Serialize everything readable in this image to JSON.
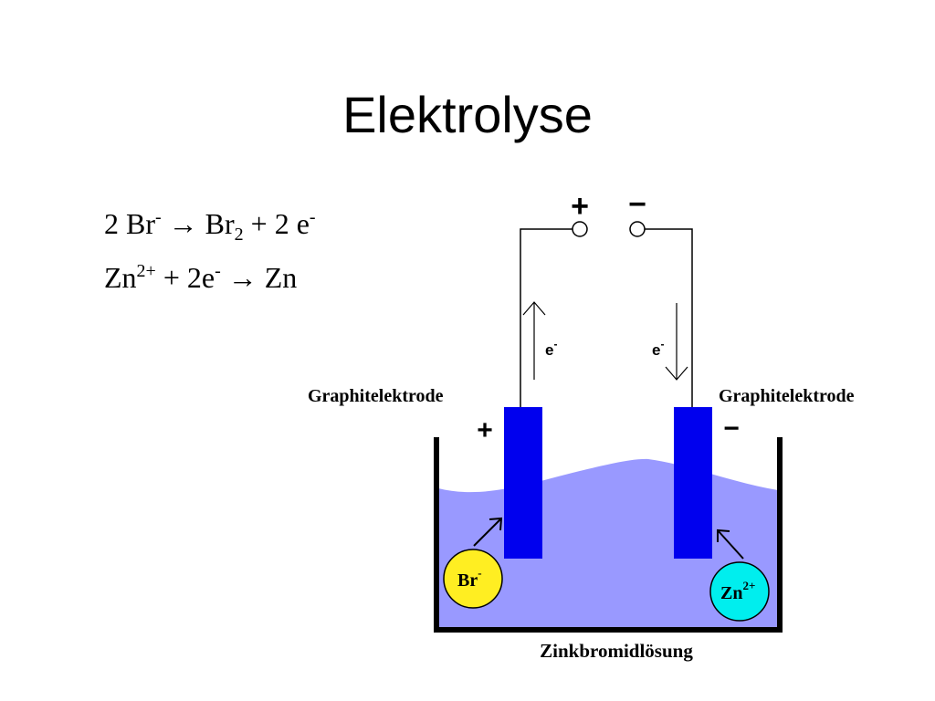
{
  "title": "Elektrolyse",
  "equations": {
    "eq1": {
      "a": "2 Br",
      "a_sup": "-",
      "arrow": " → ",
      "b": "Br",
      "b_sub": "2",
      "c": " + 2 e",
      "c_sup": "-"
    },
    "eq2": {
      "a": "Zn",
      "a_sup": "2+",
      "b": " + 2e",
      "b_sup": "-",
      "arrow": " → ",
      "c": "Zn"
    }
  },
  "diagram": {
    "terminal_plus": "+",
    "terminal_minus": "−",
    "electron_label": "e",
    "electron_sup": "-",
    "left_electrode_label": "Graphitelektrode",
    "right_electrode_label": "Graphitelektrode",
    "left_pole": "+",
    "right_pole": "−",
    "ion_left": {
      "base": "Br",
      "sup": "-"
    },
    "ion_right": {
      "base": "Zn",
      "sup": "2+"
    },
    "solution_label": "Zinkbromidlösung",
    "colors": {
      "electrode": "#0000ee",
      "solution": "#9999ff",
      "ion_br": "#ffee22",
      "ion_zn": "#00eeee"
    }
  }
}
